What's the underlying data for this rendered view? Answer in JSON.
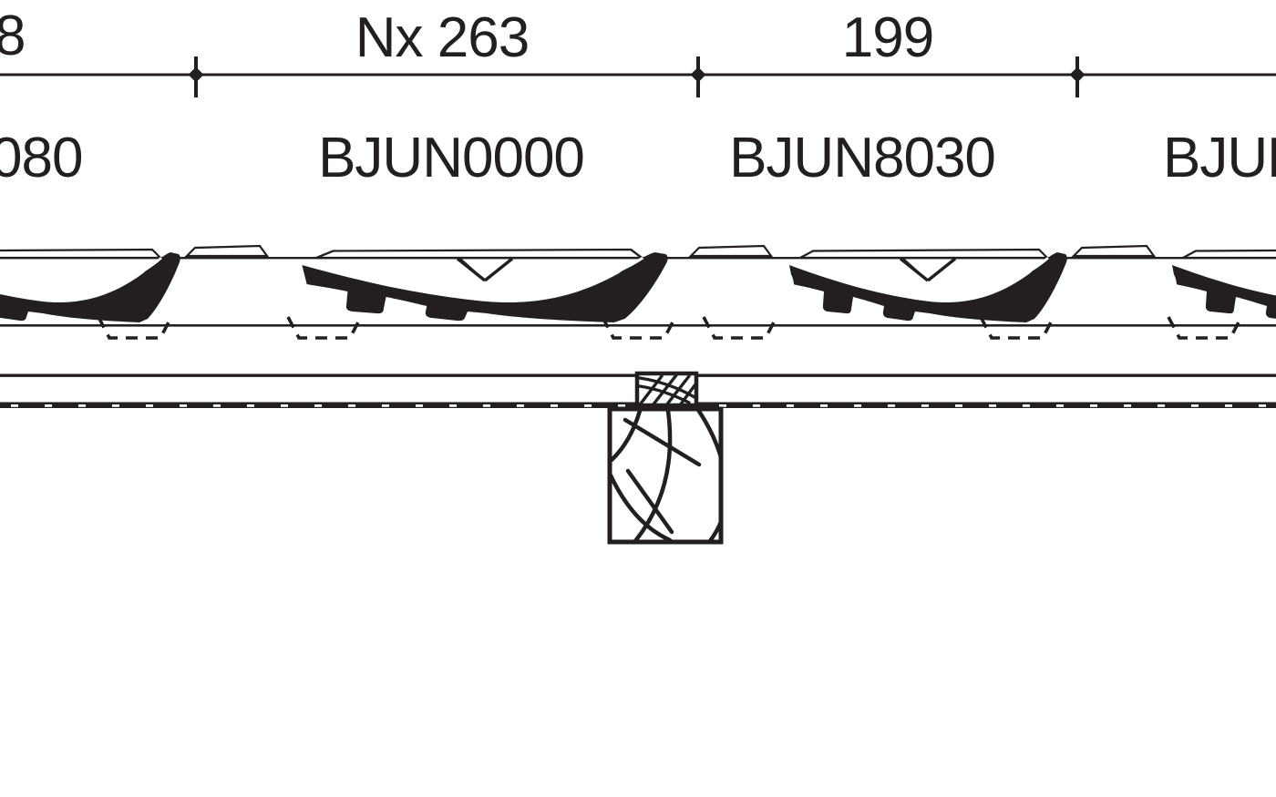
{
  "colors": {
    "ink": "#231f20",
    "paper": "#ffffff"
  },
  "dimension_row": {
    "left_partial": "8",
    "span1": "Nx 263",
    "span2": "199"
  },
  "code_row": {
    "left_partial": "080",
    "code1": "BJUN0000",
    "code2": "BJUN8030",
    "right_partial": "BJUN"
  }
}
